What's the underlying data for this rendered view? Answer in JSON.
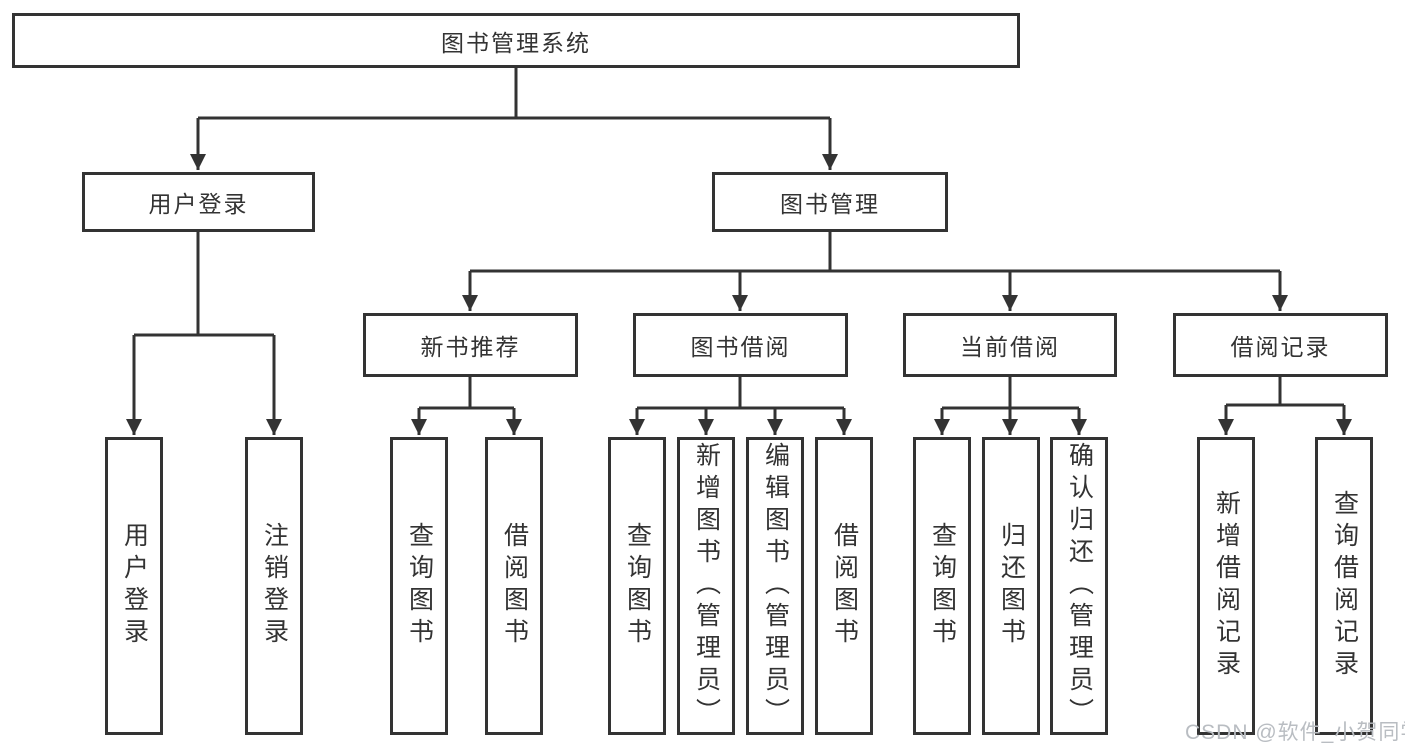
{
  "colors": {
    "line": "#333333",
    "text": "#333333",
    "box_fill": "#ffffff",
    "background": "#ffffff",
    "watermark": "#b9bdc2"
  },
  "diagram": {
    "title": "图书管理系统",
    "level2": {
      "user_login": "用户登录",
      "book_management": "图书管理"
    },
    "level3": {
      "new_book_recommend": "新书推荐",
      "book_borrow": "图书借阅",
      "current_borrow": "当前借阅",
      "borrow_records": "借阅记录"
    },
    "leaves": {
      "user_login": "用户登录",
      "logout": "注销登录",
      "nb_query_books": "查询图书",
      "nb_borrow_books": "借阅图书",
      "bb_query_books": "查询图书",
      "bb_add_books": "新增图书（管理员）",
      "bb_edit_books": "编辑图书（管理员）",
      "bb_borrow_books": "借阅图书",
      "cb_query_books": "查询图书",
      "cb_return_books": "归还图书",
      "cb_confirm_return": "确认归还（管理员）",
      "br_add_record": "新增借阅记录",
      "br_query_record": "查询借阅记录"
    }
  },
  "watermark": {
    "text": "CSDN @软件_小贺同学"
  }
}
